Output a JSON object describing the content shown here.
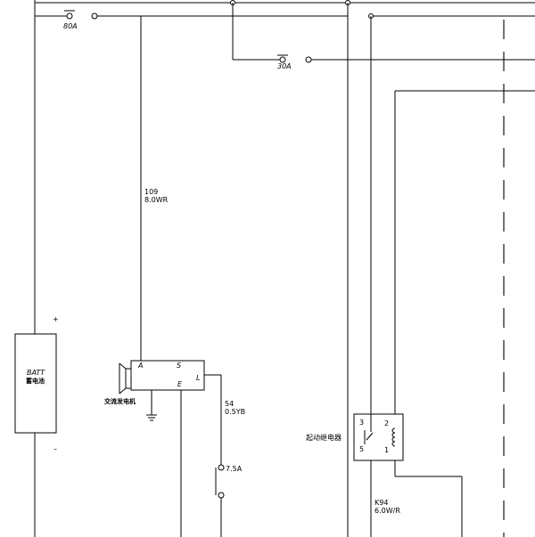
{
  "fuses": {
    "main": "80A",
    "aux": "30A",
    "small": "7.5A"
  },
  "wires": {
    "w109_id": "109",
    "w109_spec": "8.0WR",
    "w54_id": "54",
    "w54_spec": "0.5YB",
    "k94_id": "K94",
    "k94_spec": "6.0W/R"
  },
  "battery": {
    "label": "BATT",
    "sublabel": "蓄电池",
    "plus": "+",
    "minus": "–"
  },
  "alternator": {
    "pin_a": "A",
    "pin_s": "S",
    "pin_e": "E",
    "pin_l": "L",
    "caption": "交流发电机"
  },
  "relay": {
    "caption": "起动继电器",
    "pin_3": "3",
    "pin_5": "5",
    "pin_2": "2",
    "pin_1": "1"
  }
}
